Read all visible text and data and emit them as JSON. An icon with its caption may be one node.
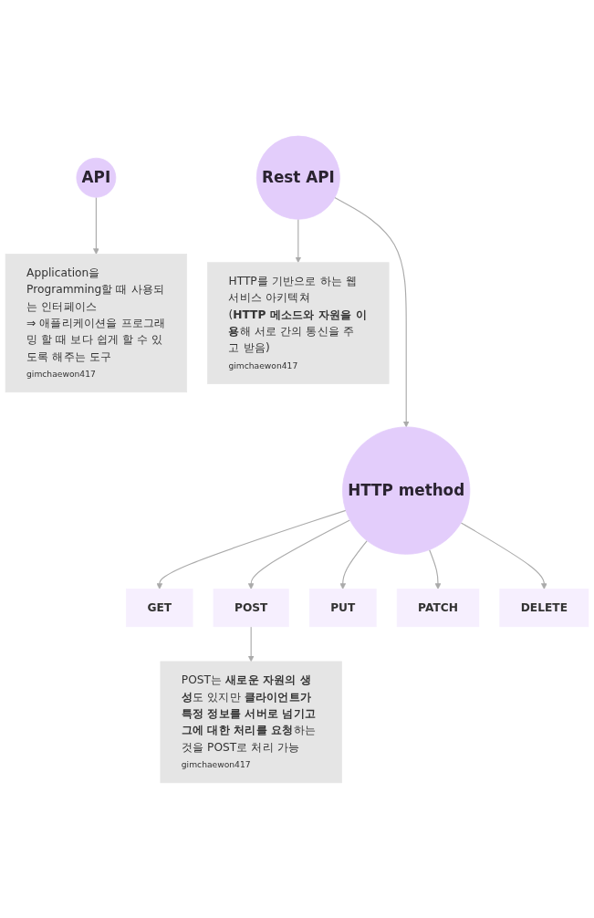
{
  "diagram": {
    "nodes": [
      {
        "text": [
          "API"
        ]
      },
      {
        "text": [
          "Application을 Programming할 때 사용되는 인터페이스",
          "⇒ 애플리케이션을 프로그래밍 할 때 보다 쉽게 할 수 있도록 해주는 도구",
          "gimchaewon417"
        ]
      },
      {
        "text": [
          "Rest API"
        ]
      },
      {
        "text": [
          "HTTP를 기반으로 하는 웹 서비스 아키텍쳐",
          "(**HTTP 메소드와 자원을 이용**해 서로 간의 통신을 주고 받음)",
          "gimchaewon417"
        ]
      },
      {
        "text": [
          "HTTP method"
        ]
      },
      {
        "text": [
          "GET"
        ]
      },
      {
        "text": [
          "POST"
        ]
      },
      {
        "text": [
          "PUT"
        ]
      },
      {
        "text": [
          "PATCH"
        ]
      },
      {
        "text": [
          "DELETE"
        ]
      },
      {
        "text": [
          "POST는 **새로운 자원의 생성**도 있지만 **클라이언트가 특정 정보를 서버로 넘기고 그에 대한 처리를 요청**하는 것을 POST로 처리 가능",
          "gimchaewon417"
        ]
      }
    ],
    "edges": [
      {
        "from": 0,
        "to": 1,
        "arrow": "to"
      },
      {
        "from": 2,
        "to": 3,
        "arrow": "to"
      },
      {
        "from": 2,
        "to": 4,
        "arrow": "to"
      },
      {
        "from": 4,
        "to": 5,
        "arrow": "to"
      },
      {
        "from": 4,
        "to": 6,
        "arrow": "to"
      },
      {
        "from": 4,
        "to": 7,
        "arrow": "to"
      },
      {
        "from": 4,
        "to": 8,
        "arrow": "to"
      },
      {
        "from": 4,
        "to": 9,
        "arrow": "to"
      },
      {
        "from": 6,
        "to": 10,
        "arrow": "to"
      }
    ]
  }
}
